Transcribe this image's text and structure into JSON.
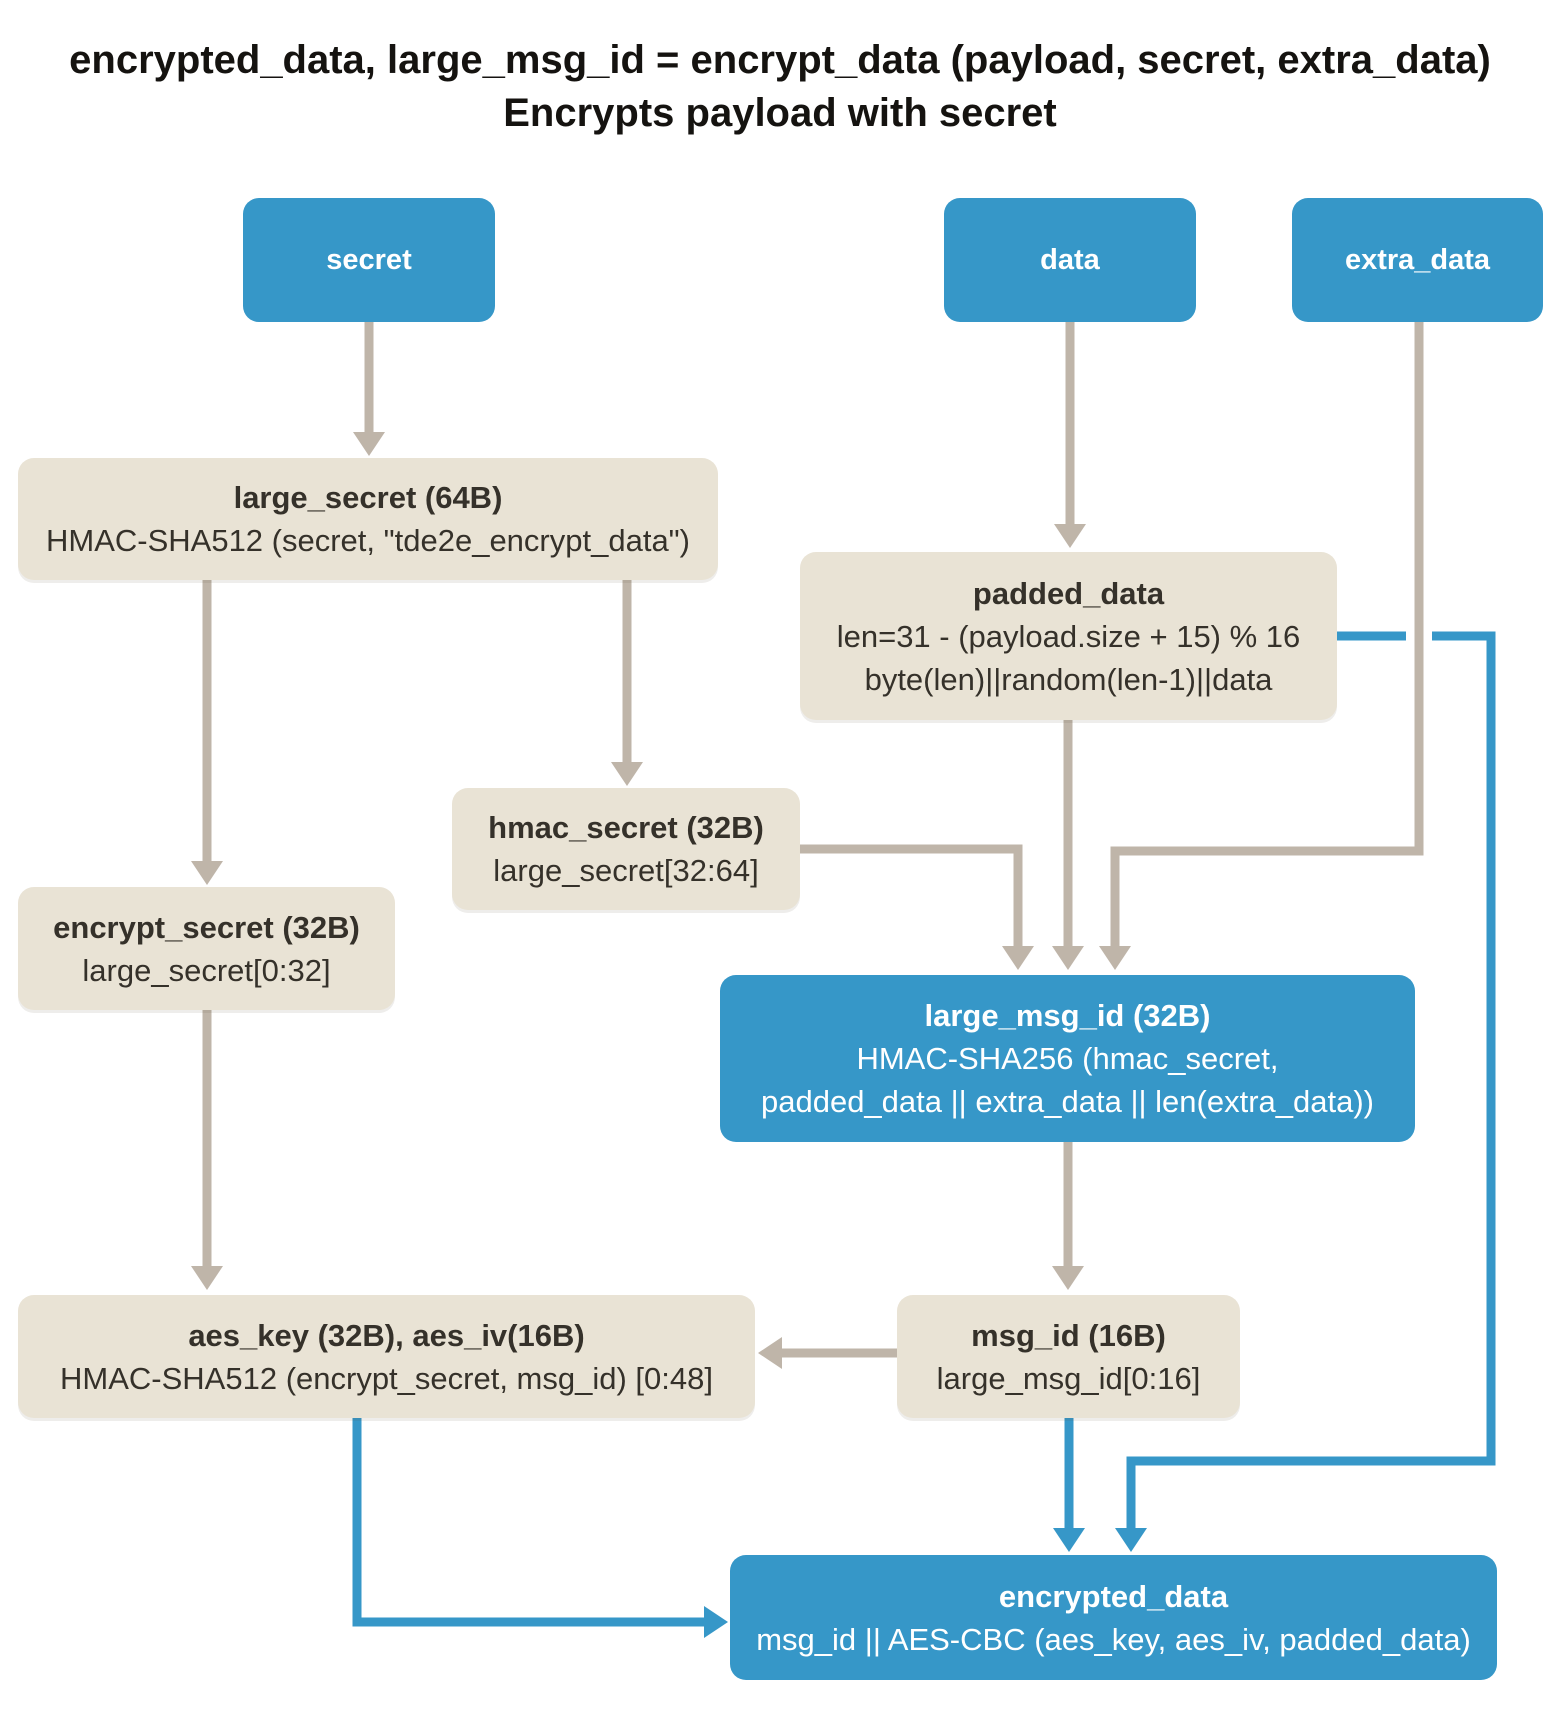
{
  "title": {
    "line1": "encrypted_data, large_msg_id = encrypt_data (payload, secret, extra_data)",
    "line2": "Encrypts payload with secret"
  },
  "colors": {
    "blue": "#3697c8",
    "beige": "#e9e3d5",
    "connector_tan": "#bfb5a9",
    "text_dark": "#35312a",
    "text_light": "#ffffff"
  },
  "nodes": {
    "secret": {
      "label": "secret"
    },
    "data": {
      "label": "data"
    },
    "extra_data": {
      "label": "extra_data"
    },
    "large_secret": {
      "title": "large_secret (64B)",
      "body1": "HMAC-SHA512 (secret, \"tde2e_encrypt_data\")"
    },
    "padded_data": {
      "title": "padded_data",
      "body1": "len=31 - (payload.size + 15) % 16",
      "body2": "byte(len)||random(len-1)||data"
    },
    "hmac_secret": {
      "title": "hmac_secret (32B)",
      "body1": "large_secret[32:64]"
    },
    "encrypt_secret": {
      "title": "encrypt_secret (32B)",
      "body1": "large_secret[0:32]"
    },
    "large_msg_id": {
      "title": "large_msg_id (32B)",
      "body1": "HMAC-SHA256 (hmac_secret,",
      "body2": "padded_data || extra_data || len(extra_data))"
    },
    "aes_key": {
      "title": "aes_key (32B), aes_iv(16B)",
      "body1": "HMAC-SHA512 (encrypt_secret, msg_id) [0:48]"
    },
    "msg_id": {
      "title": "msg_id (16B)",
      "body1": "large_msg_id[0:16]"
    },
    "encrypted_data": {
      "title": "encrypted_data",
      "body1": "msg_id || AES-CBC (aes_key, aes_iv, padded_data)"
    }
  }
}
